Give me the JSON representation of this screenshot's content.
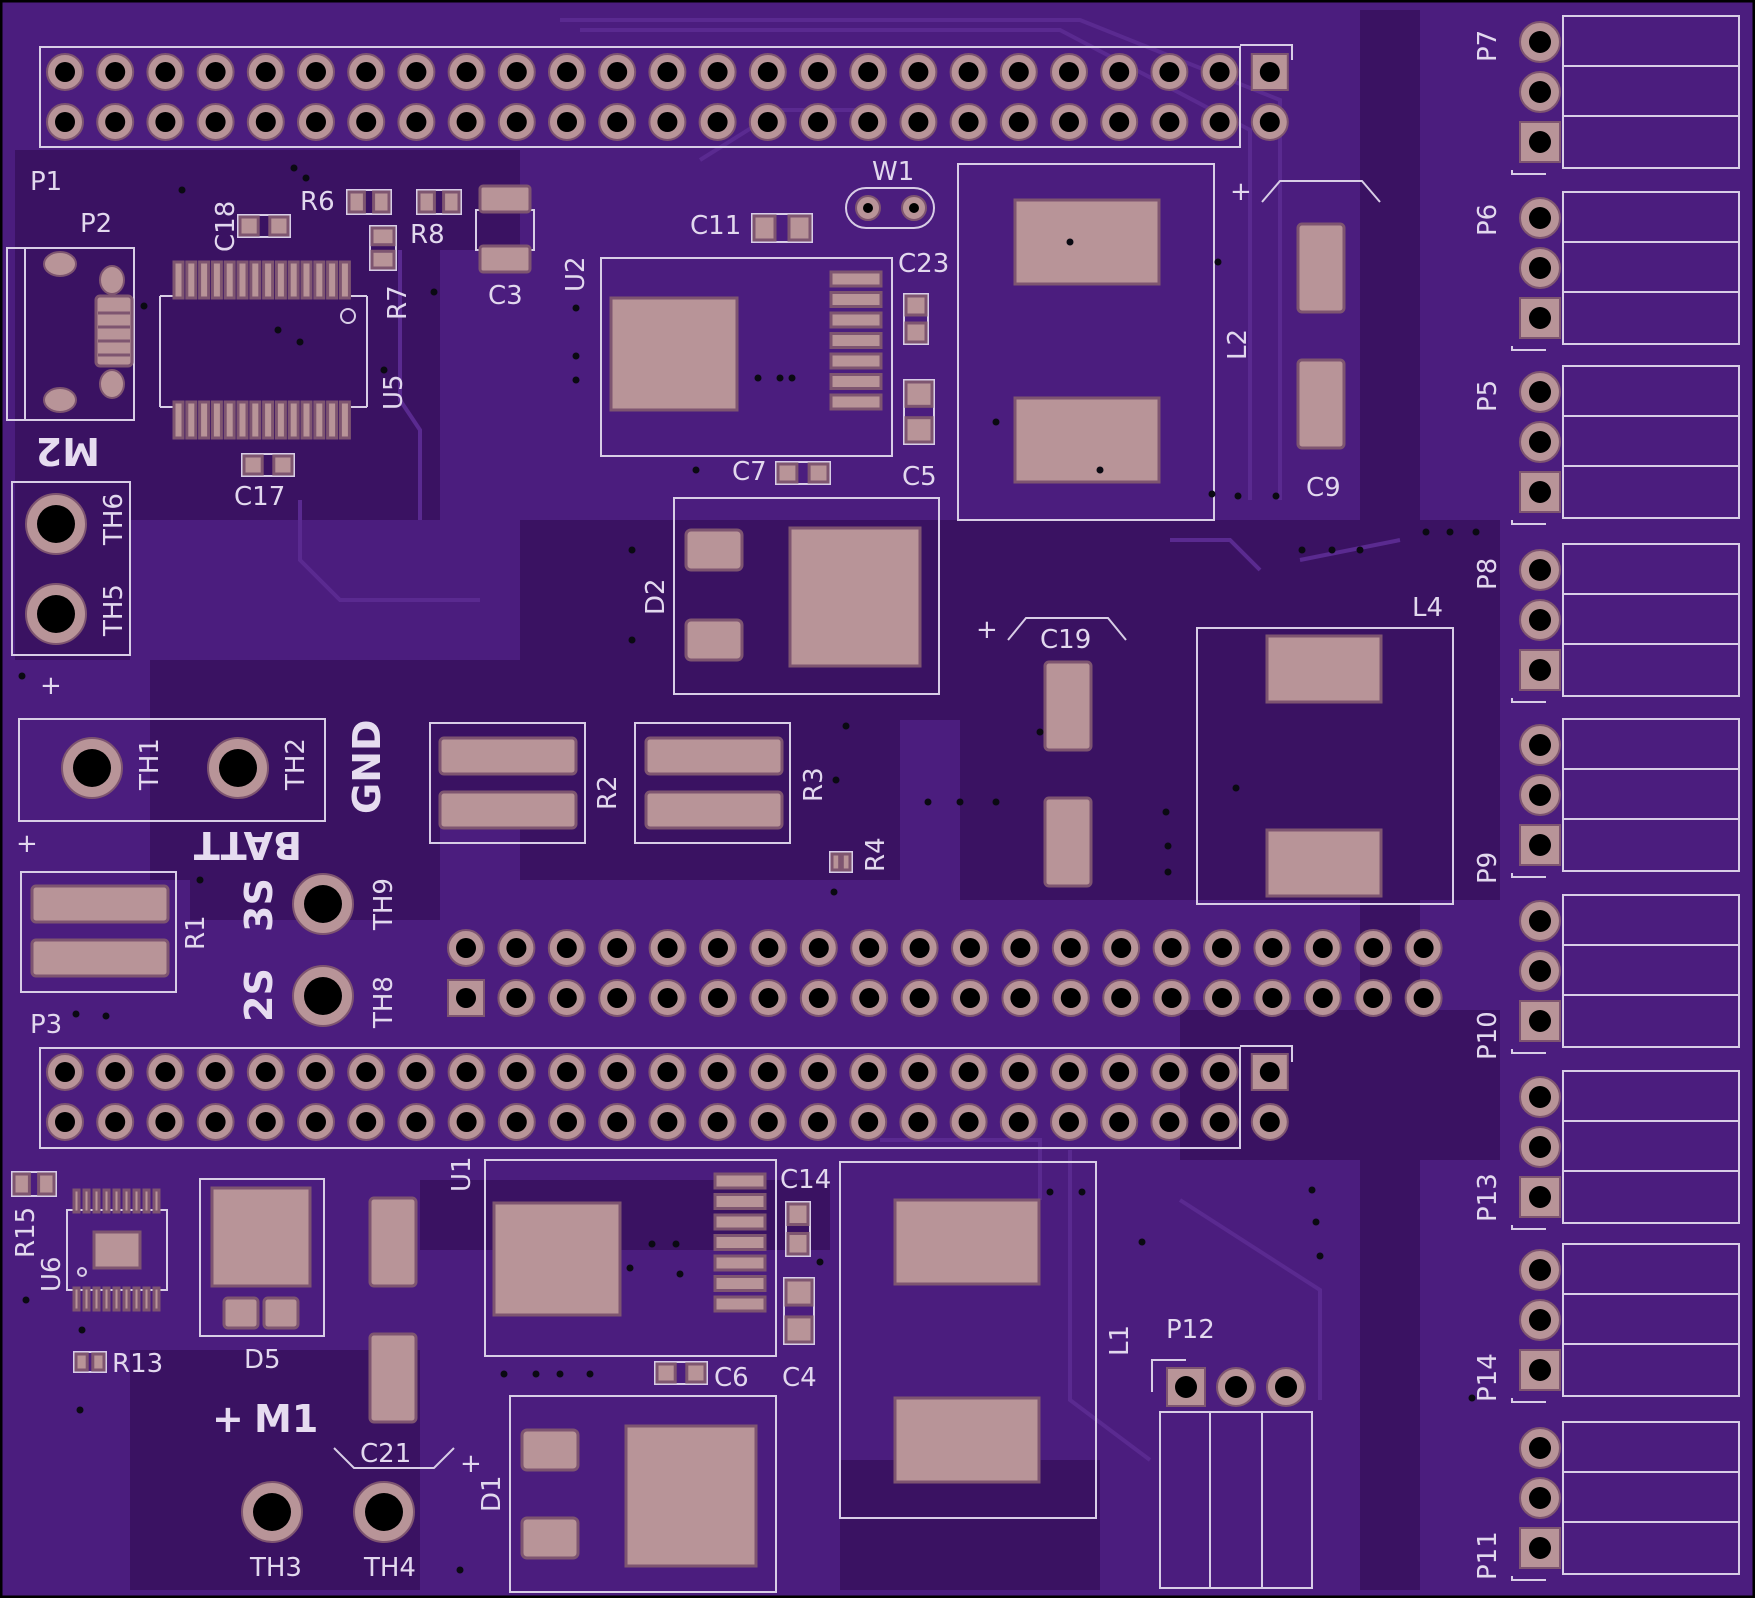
{
  "board": {
    "colors": {
      "mask": "#4b1d7e",
      "pour": "#3a1262",
      "silk": "#d8cde6",
      "pad": "#b89498",
      "hole": "#000000"
    },
    "labels": {
      "P1": "P1",
      "P2": "P2",
      "P3": "P3",
      "P5": "P5",
      "P6": "P6",
      "P7": "P7",
      "P8": "P8",
      "P9": "P9",
      "P10": "P10",
      "P11": "P11",
      "P12": "P12",
      "P13": "P13",
      "P14": "P14",
      "C3": "C3",
      "C4": "C4",
      "C5": "C5",
      "C6": "C6",
      "C7": "C7",
      "C9": "C9",
      "C11": "C11",
      "C14": "C14",
      "C17": "C17",
      "C18": "C18",
      "C19": "C19",
      "C21": "C21",
      "C23": "C23",
      "R1": "R1",
      "R2": "R2",
      "R3": "R3",
      "R4": "R4",
      "R6": "R6",
      "R7": "R7",
      "R8": "R8",
      "R13": "R13",
      "R15": "R15",
      "U1": "U1",
      "U2": "U2",
      "U5": "U5",
      "U6": "U6",
      "D1": "D1",
      "D2": "D2",
      "D5": "D5",
      "L1": "L1",
      "L2": "L2",
      "L4": "L4",
      "W1": "W1",
      "TH1": "TH1",
      "TH2": "TH2",
      "TH3": "TH3",
      "TH4": "TH4",
      "TH5": "TH5",
      "TH6": "TH6",
      "TH8": "TH8",
      "TH9": "TH9",
      "M1": "M1",
      "M2": "M2",
      "BATT": "BATT",
      "GND": "GND",
      "3S": "3S",
      "2S": "2S",
      "plus": "+"
    }
  }
}
